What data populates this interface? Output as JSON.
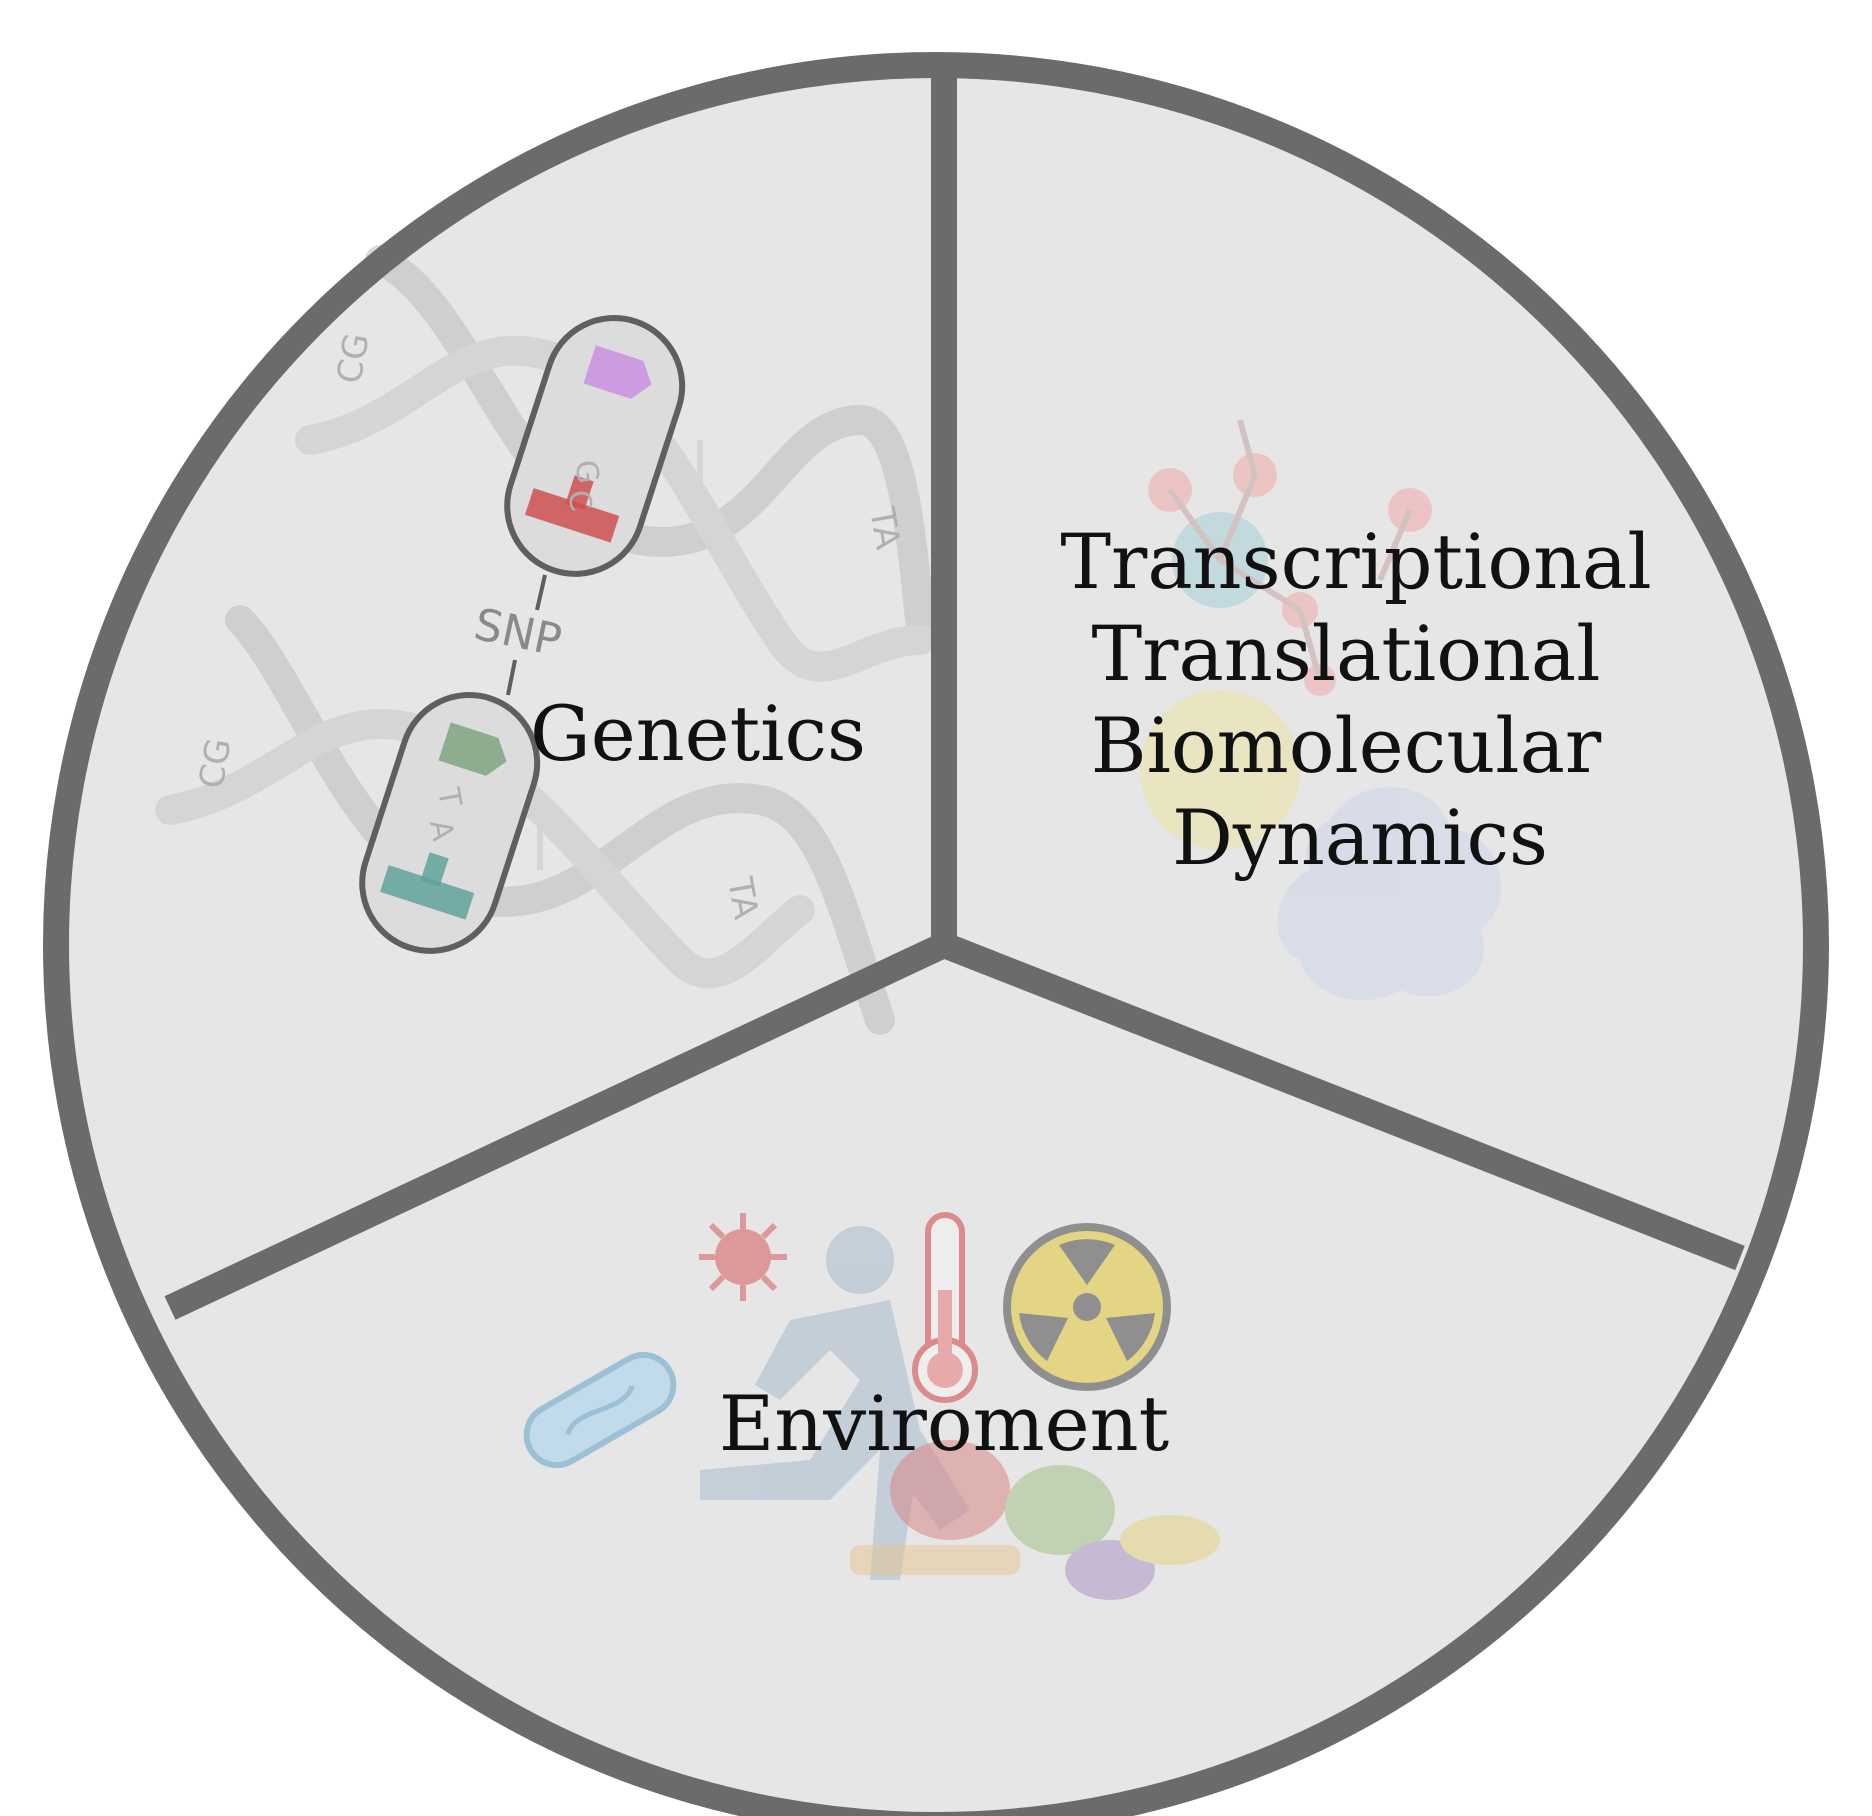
{
  "sections": {
    "genetics": {
      "label": "Genetics"
    },
    "dynamics": {
      "lines": [
        "Transcriptional",
        "Translational",
        "Biomolecular",
        "Dynamics"
      ]
    },
    "environment": {
      "label": "Enviroment"
    }
  },
  "dna_illustration": {
    "snp_label": "SNP",
    "top_pair_bases": [
      "G",
      "C"
    ],
    "bottom_pair_bases": [
      "T",
      "A"
    ],
    "outer_bases_left": "CG",
    "outer_bases_right": "TA"
  },
  "colors": {
    "ring": "#6b6b6b",
    "sector_fill": "#e6e6e6",
    "highlight_purple": "#c98be0",
    "highlight_red": "#cf4f4f",
    "highlight_green": "#7aa07a",
    "highlight_teal": "#5fa39a"
  },
  "icons": [
    "dna-helix-icon",
    "molecule-icon",
    "virus-icon",
    "runner-icon",
    "thermometer-icon",
    "radiation-icon",
    "bacteria-icon",
    "food-icon"
  ]
}
